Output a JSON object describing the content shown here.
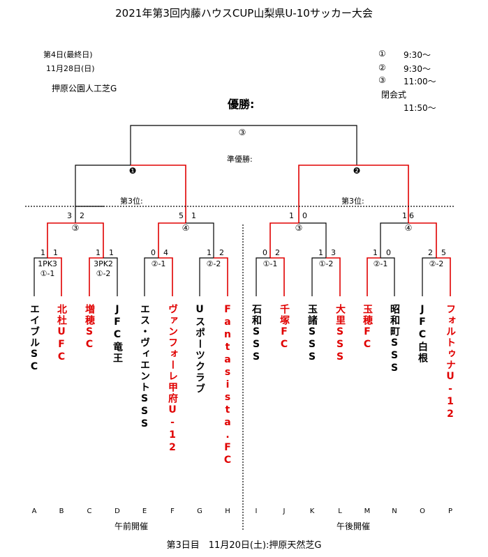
{
  "title": "2021年第3回内藤ハウスCUP山梨県U-10サッカー大会",
  "info": {
    "day": "第4日(最終日)",
    "date": "11月28日(日)",
    "venue": "押原公園人工芝G"
  },
  "schedule": [
    {
      "mark": "①",
      "time": "9:30〜"
    },
    {
      "mark": "②",
      "time": "9:30〜"
    },
    {
      "mark": "③",
      "time": "11:00〜"
    }
  ],
  "closing": {
    "label": "閉会式",
    "time": "11:50〜"
  },
  "labels": {
    "champion": "優勝:",
    "runner_up": "準優勝:",
    "third_left": "第3位:",
    "third_right": "第3位:",
    "final_match": "③",
    "semi_left": "❶",
    "semi_right": "❷"
  },
  "qf": [
    {
      "match": "③",
      "score_left": "3",
      "score_right": "2"
    },
    {
      "match": "④",
      "score_left": "5",
      "score_right": "1"
    },
    {
      "match": "③",
      "score_left": "1",
      "score_right": "0"
    },
    {
      "match": "④",
      "score_left": "1",
      "score_right": "6"
    }
  ],
  "r1": [
    {
      "match": "①-1",
      "pk": "1PK3",
      "score_left": "1",
      "score_right": "1"
    },
    {
      "match": "①-2",
      "pk": "3PK2",
      "score_left": "1",
      "score_right": "1"
    },
    {
      "match": "②-1",
      "pk": "",
      "score_left": "0",
      "score_right": "4"
    },
    {
      "match": "②-2",
      "pk": "",
      "score_left": "1",
      "score_right": "2"
    },
    {
      "match": "①-1",
      "pk": "",
      "score_left": "0",
      "score_right": "2"
    },
    {
      "match": "①-2",
      "pk": "",
      "score_left": "1",
      "score_right": "3"
    },
    {
      "match": "②-1",
      "pk": "",
      "score_left": "1",
      "score_right": "0"
    },
    {
      "match": "②-2",
      "pk": "",
      "score_left": "2",
      "score_right": "5"
    }
  ],
  "teams": [
    {
      "letter": "A",
      "name": "エイブルSC",
      "winner": false
    },
    {
      "letter": "B",
      "name": "北杜UFC",
      "winner": true
    },
    {
      "letter": "C",
      "name": "増穂SC",
      "winner": true
    },
    {
      "letter": "D",
      "name": "JFC竜王",
      "winner": false
    },
    {
      "letter": "E",
      "name": "エス・ヴィエントSSS",
      "winner": false
    },
    {
      "letter": "F",
      "name": "ヴァンフォーレ甲府U-12",
      "winner": true
    },
    {
      "letter": "G",
      "name": "Uスポーツクラブ",
      "winner": false
    },
    {
      "letter": "H",
      "name": "Fantasista.FC",
      "winner": true
    },
    {
      "letter": "I",
      "name": "石和SSS",
      "winner": false
    },
    {
      "letter": "J",
      "name": "千塚FC",
      "winner": true
    },
    {
      "letter": "K",
      "name": "玉諸SSS",
      "winner": false
    },
    {
      "letter": "L",
      "name": "大里SSS",
      "winner": true
    },
    {
      "letter": "M",
      "name": "玉穂FC",
      "winner": true
    },
    {
      "letter": "N",
      "name": "昭和町SSS",
      "winner": false
    },
    {
      "letter": "O",
      "name": "JFC白根",
      "winner": false
    },
    {
      "letter": "P",
      "name": "フォルトゥナU-12",
      "winner": true
    }
  ],
  "sessions": {
    "morning": "午前開催",
    "afternoon": "午後開催"
  },
  "footer": "第3日目　11月20日(土):押原天然芝G",
  "colors": {
    "winner": "#e00000",
    "line": "#000000"
  }
}
